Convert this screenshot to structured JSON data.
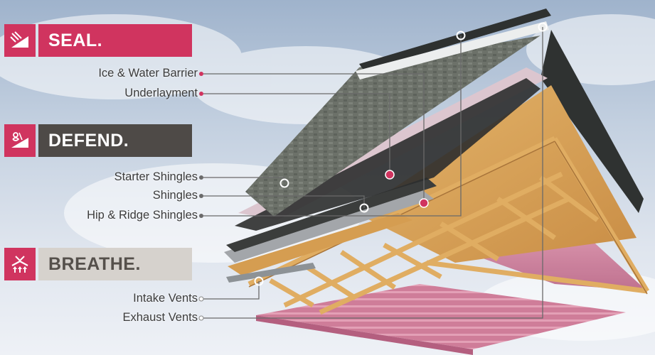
{
  "sections": {
    "seal": {
      "label": "SEAL.",
      "icon": "seal-icon"
    },
    "defend": {
      "label": "DEFEND.",
      "icon": "defend-icon"
    },
    "breathe": {
      "label": "BREATHE.",
      "icon": "breathe-icon"
    }
  },
  "callouts": {
    "ice_water_barrier": "Ice & Water Barrier",
    "underlayment": "Underlayment",
    "starter_shingles": "Starter Shingles",
    "shingles": "Shingles",
    "hip_ridge_shingles": "Hip & Ridge Shingles",
    "intake_vents": "Intake Vents",
    "exhaust_vents": "Exhaust Vents"
  },
  "colors": {
    "accent_pink": "#d0345f",
    "defend_gray": "#4e4a47",
    "breathe_light": "#d6d2cd",
    "shingle": "#6b7068",
    "wood": "#d9a85a",
    "insulation": "#d98aa3"
  }
}
